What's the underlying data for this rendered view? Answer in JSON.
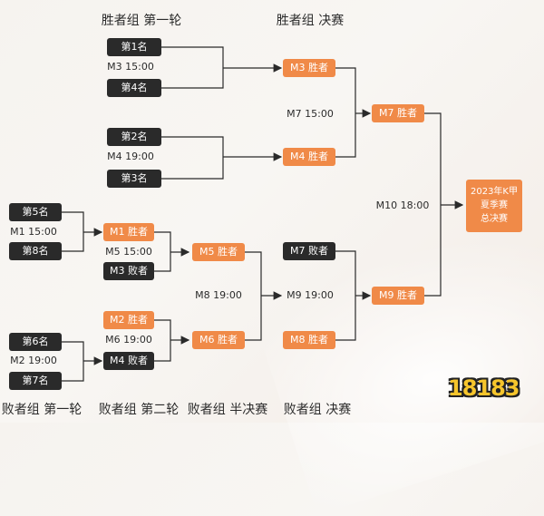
{
  "headers": {
    "winners_r1": "胜者组 第一轮",
    "winners_final": "胜者组 决赛",
    "losers_r1": "败者组 第一轮",
    "losers_r2": "败者组 第二轮",
    "losers_semi": "败者组 半决赛",
    "losers_final": "败者组 决赛"
  },
  "seeds": {
    "s1": "第1名",
    "s4": "第4名",
    "s2": "第2名",
    "s3": "第3名",
    "s5": "第5名",
    "s8": "第8名",
    "s6": "第6名",
    "s7": "第7名"
  },
  "matches": {
    "m1": "M1 15:00",
    "m2": "M2 19:00",
    "m3": "M3 15:00",
    "m4": "M4 19:00",
    "m5": "M5 15:00",
    "m6": "M6 19:00",
    "m7": "M7 15:00",
    "m8": "M8 19:00",
    "m9": "M9 19:00",
    "m10": "M10 18:00"
  },
  "results": {
    "m3_winner": "M3 胜者",
    "m4_winner": "M4 胜者",
    "m7_winner": "M7 胜者",
    "m1_winner": "M1 胜者",
    "m2_winner": "M2 胜者",
    "m3_loser": "M3 败者",
    "m4_loser": "M4 败者",
    "m5_winner": "M5 胜者",
    "m6_winner": "M6 胜者",
    "m7_loser": "M7 败者",
    "m8_winner": "M8 胜者",
    "m9_winner": "M9 胜者"
  },
  "final": {
    "line1": "2023年K甲",
    "line2": "夏季赛",
    "line3": "总决赛"
  },
  "logo": "18183",
  "colors": {
    "dark_box": "#2a2a2a",
    "orange_box": "#f08a48",
    "line": "#2a2a2a"
  }
}
